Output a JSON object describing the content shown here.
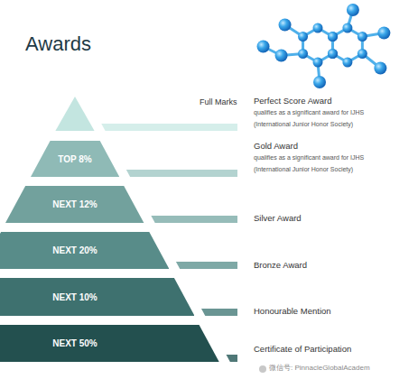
{
  "diagram": {
    "title": "Awards",
    "nodes": [
      {
        "text": [
          "TOP 8%"
        ]
      },
      {
        "text": [
          "NEXT 12%"
        ]
      },
      {
        "text": [
          "NEXT 20%"
        ]
      },
      {
        "text": [
          "NEXT 10%"
        ]
      },
      {
        "text": [
          "NEXT 50%"
        ]
      }
    ],
    "labels": [
      "Full Marks",
      "Perfect Score Award",
      "qualifies as a significant award for IJHS",
      "(International Junior Honor Society)",
      "Gold Award",
      "qualifies as a significant award for IJHS",
      "(International Junior Honor Society)",
      "Silver Award",
      "Bronze Award",
      "Honourable Mention",
      "Certificate of Participation",
      "微信号: PinnacleGlobalAcadem"
    ]
  }
}
